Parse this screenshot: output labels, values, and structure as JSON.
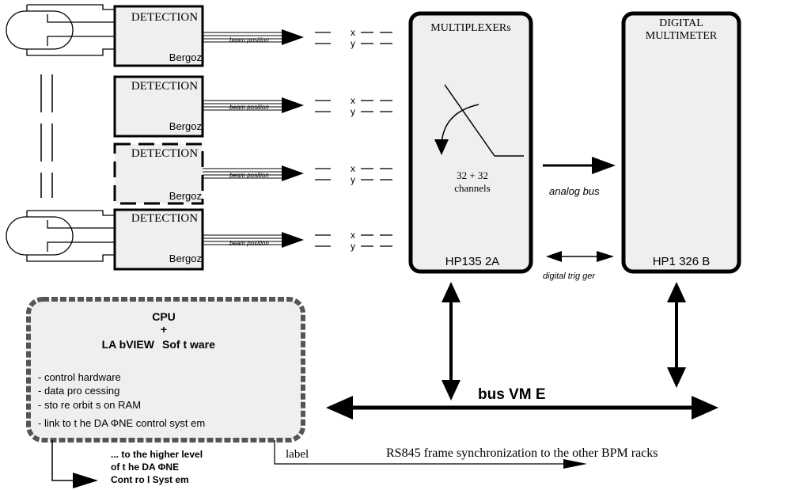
{
  "detection_blocks": [
    {
      "title": "DETECTION",
      "vendor": "Bergoz",
      "signal": "beam position",
      "style": "solid"
    },
    {
      "title": "DETECTION",
      "vendor": "Bergoz",
      "signal": "beam position",
      "style": "solid"
    },
    {
      "title": "DETECTION",
      "vendor": "Bergoz",
      "signal": "beam position",
      "style": "dashed"
    },
    {
      "title": "DETECTION",
      "vendor": "Bergoz",
      "signal": "beam position",
      "style": "solid"
    }
  ],
  "xy_labels": {
    "x": "x",
    "y": "y"
  },
  "multiplexer": {
    "title": "MULTIPLEXERs",
    "channels_line1": "32 + 32",
    "channels_line2": "channels",
    "model": "HP135 2A"
  },
  "multimeter": {
    "title_line1": "DIGITAL",
    "title_line2": "MULTIMETER",
    "model": "HP1 326 B"
  },
  "links": {
    "analog": "analog bus",
    "trigger": "digital trig ger"
  },
  "cpu": {
    "title": "CPU",
    "plus": "+",
    "software": "LA bVIEW",
    "software_suffix": "Sof t ware",
    "tasks": [
      "- control hardware",
      "- data pro cessing",
      "- sto re orbit s on RAM",
      "- link to t he DA ΦNE control syst em"
    ]
  },
  "bus": {
    "label": "bus   VM E"
  },
  "higher_level": {
    "line1": "... to  the  higher level",
    "line2": "of  t he DA ΦNE",
    "line3": "Cont ro l Syst em"
  },
  "sync": {
    "label": "label",
    "text": "RS845 frame synchronization to the other BPM racks"
  },
  "colors": {
    "line": "#000000",
    "box_fill": "#efefef",
    "cpu_border": "#555555"
  }
}
